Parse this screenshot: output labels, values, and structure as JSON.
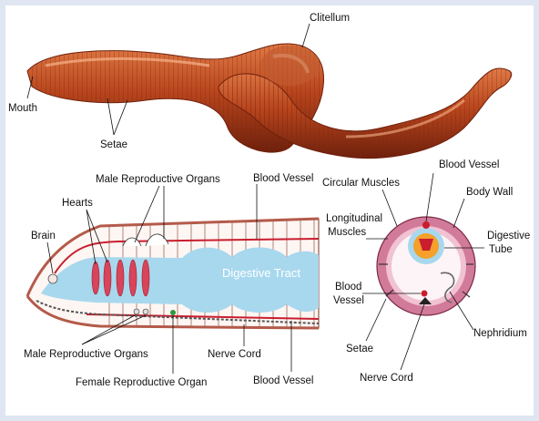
{
  "labels": {
    "clitellum": "Clitellum",
    "mouth": "Mouth",
    "setae_top": "Setae",
    "male_repro_top": "Male Reproductive Organs",
    "blood_vessel_top": "Blood Vessel",
    "hearts": "Hearts",
    "brain": "Brain",
    "digestive_tract": "Digestive Tract",
    "male_repro_bottom": "Male Reproductive Organs",
    "female_repro": "Female Reproductive Organ",
    "nerve_cord_side": "Nerve Cord",
    "blood_vessel_bottom": "Blood Vessel",
    "cs_blood_vessel_top": "Blood Vessel",
    "circular_muscles": "Circular Muscles",
    "body_wall": "Body Wall",
    "longitudinal_1": "Longitudinal",
    "longitudinal_2": "Muscles",
    "digestive_1": "Digestive",
    "digestive_2": "Tube",
    "cs_blood_1": "Blood",
    "cs_blood_2": "Vessel",
    "nephridium": "Nephridium",
    "cs_setae": "Setae",
    "cs_nerve_cord": "Nerve Cord"
  },
  "colors": {
    "worm_body": "#b8451c",
    "worm_dark": "#7a2410",
    "worm_light": "#e07a45",
    "digestive": "#a8d8ee",
    "heart": "#d8445a",
    "blood_vessel": "#c81e2e",
    "cross_section_ring": "#d27a9a"
  }
}
